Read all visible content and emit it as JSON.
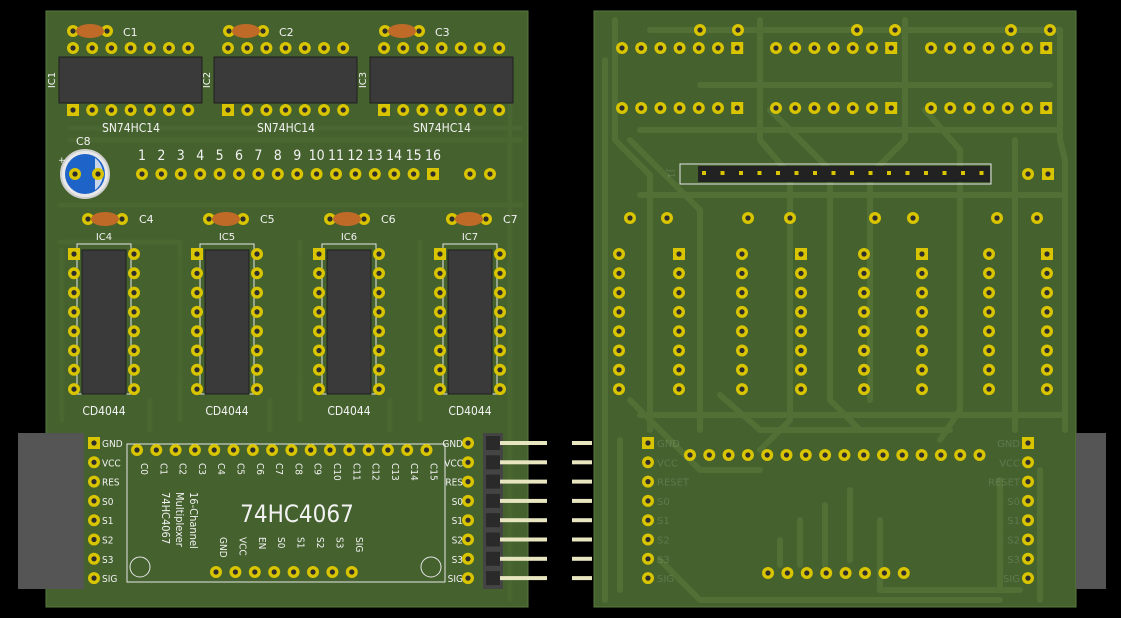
{
  "front": {
    "caps_top": [
      "C1",
      "C2",
      "C3"
    ],
    "caps_mid": [
      "C4",
      "C5",
      "C6",
      "C7"
    ],
    "electrolytic": "C8",
    "inverters": [
      {
        "ref": "IC1",
        "value": "SN74HC14"
      },
      {
        "ref": "IC2",
        "value": "SN74HC14"
      },
      {
        "ref": "IC3",
        "value": "SN74HC14"
      }
    ],
    "latches": [
      {
        "ref": "IC4",
        "value": "CD4044"
      },
      {
        "ref": "IC5",
        "value": "CD4044"
      },
      {
        "ref": "IC6",
        "value": "CD4044"
      },
      {
        "ref": "IC7",
        "value": "CD4044"
      }
    ],
    "header_numbers": [
      "1",
      "2",
      "3",
      "4",
      "5",
      "6",
      "7",
      "8",
      "9",
      "10",
      "11",
      "12",
      "13",
      "14",
      "15",
      "16"
    ],
    "control_labels": [
      "GND",
      "VCC",
      "RES",
      "S0",
      "S1",
      "S2",
      "S3",
      "SIG"
    ],
    "module": {
      "title": "74HC4067",
      "desc_line1": "16-Channel",
      "desc_line2": "Multiplexer",
      "desc_line3": "74HC4067",
      "channels": [
        "C0",
        "C1",
        "C2",
        "C3",
        "C4",
        "C5",
        "C6",
        "C7",
        "C8",
        "C9",
        "C10",
        "C11",
        "C12",
        "C13",
        "C14",
        "C15"
      ],
      "bottom_pins": [
        "GND",
        "VCC",
        "EN",
        "S0",
        "S1",
        "S2",
        "S3",
        "SIG"
      ]
    }
  },
  "back": {
    "header_ref": "J1",
    "control_labels": [
      "GND",
      "VCC",
      "RESET",
      "S0",
      "S1",
      "S2",
      "S3",
      "SIG"
    ]
  },
  "colors": {
    "board": "#44612e",
    "silk": "#f2f2f2",
    "pad": "#d9c400",
    "ic_body": "#3a3a3a"
  }
}
